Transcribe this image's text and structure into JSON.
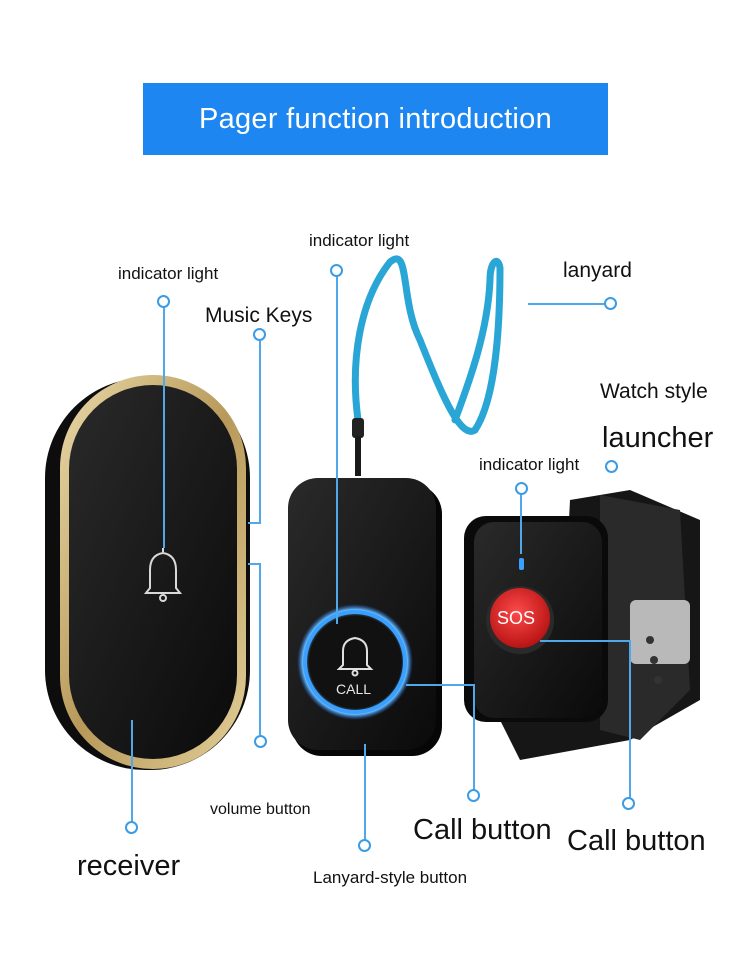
{
  "banner": {
    "title": "Pager function introduction"
  },
  "labels": {
    "receiver_indicator": "indicator light",
    "music_keys": "Music Keys",
    "pendant_indicator": "indicator light",
    "lanyard": "lanyard",
    "watch_style": "Watch style",
    "launcher": "launcher",
    "watch_indicator": "indicator light",
    "volume_button": "volume button",
    "receiver": "receiver",
    "lanyard_button": "Lanyard-style button",
    "call_button_pendant": "Call button",
    "call_button_watch": "Call button"
  },
  "devices": {
    "pendant_button_text": "CALL",
    "watch_button_text": "SOS"
  },
  "colors": {
    "banner": "#1e86f0",
    "lanyard": "#2aa6d6",
    "gold_trim": "#c9b27a",
    "glow_ring": "#3aa0ff",
    "sos_red": "#e0262a",
    "leader_lines": "#4ea8ea"
  }
}
